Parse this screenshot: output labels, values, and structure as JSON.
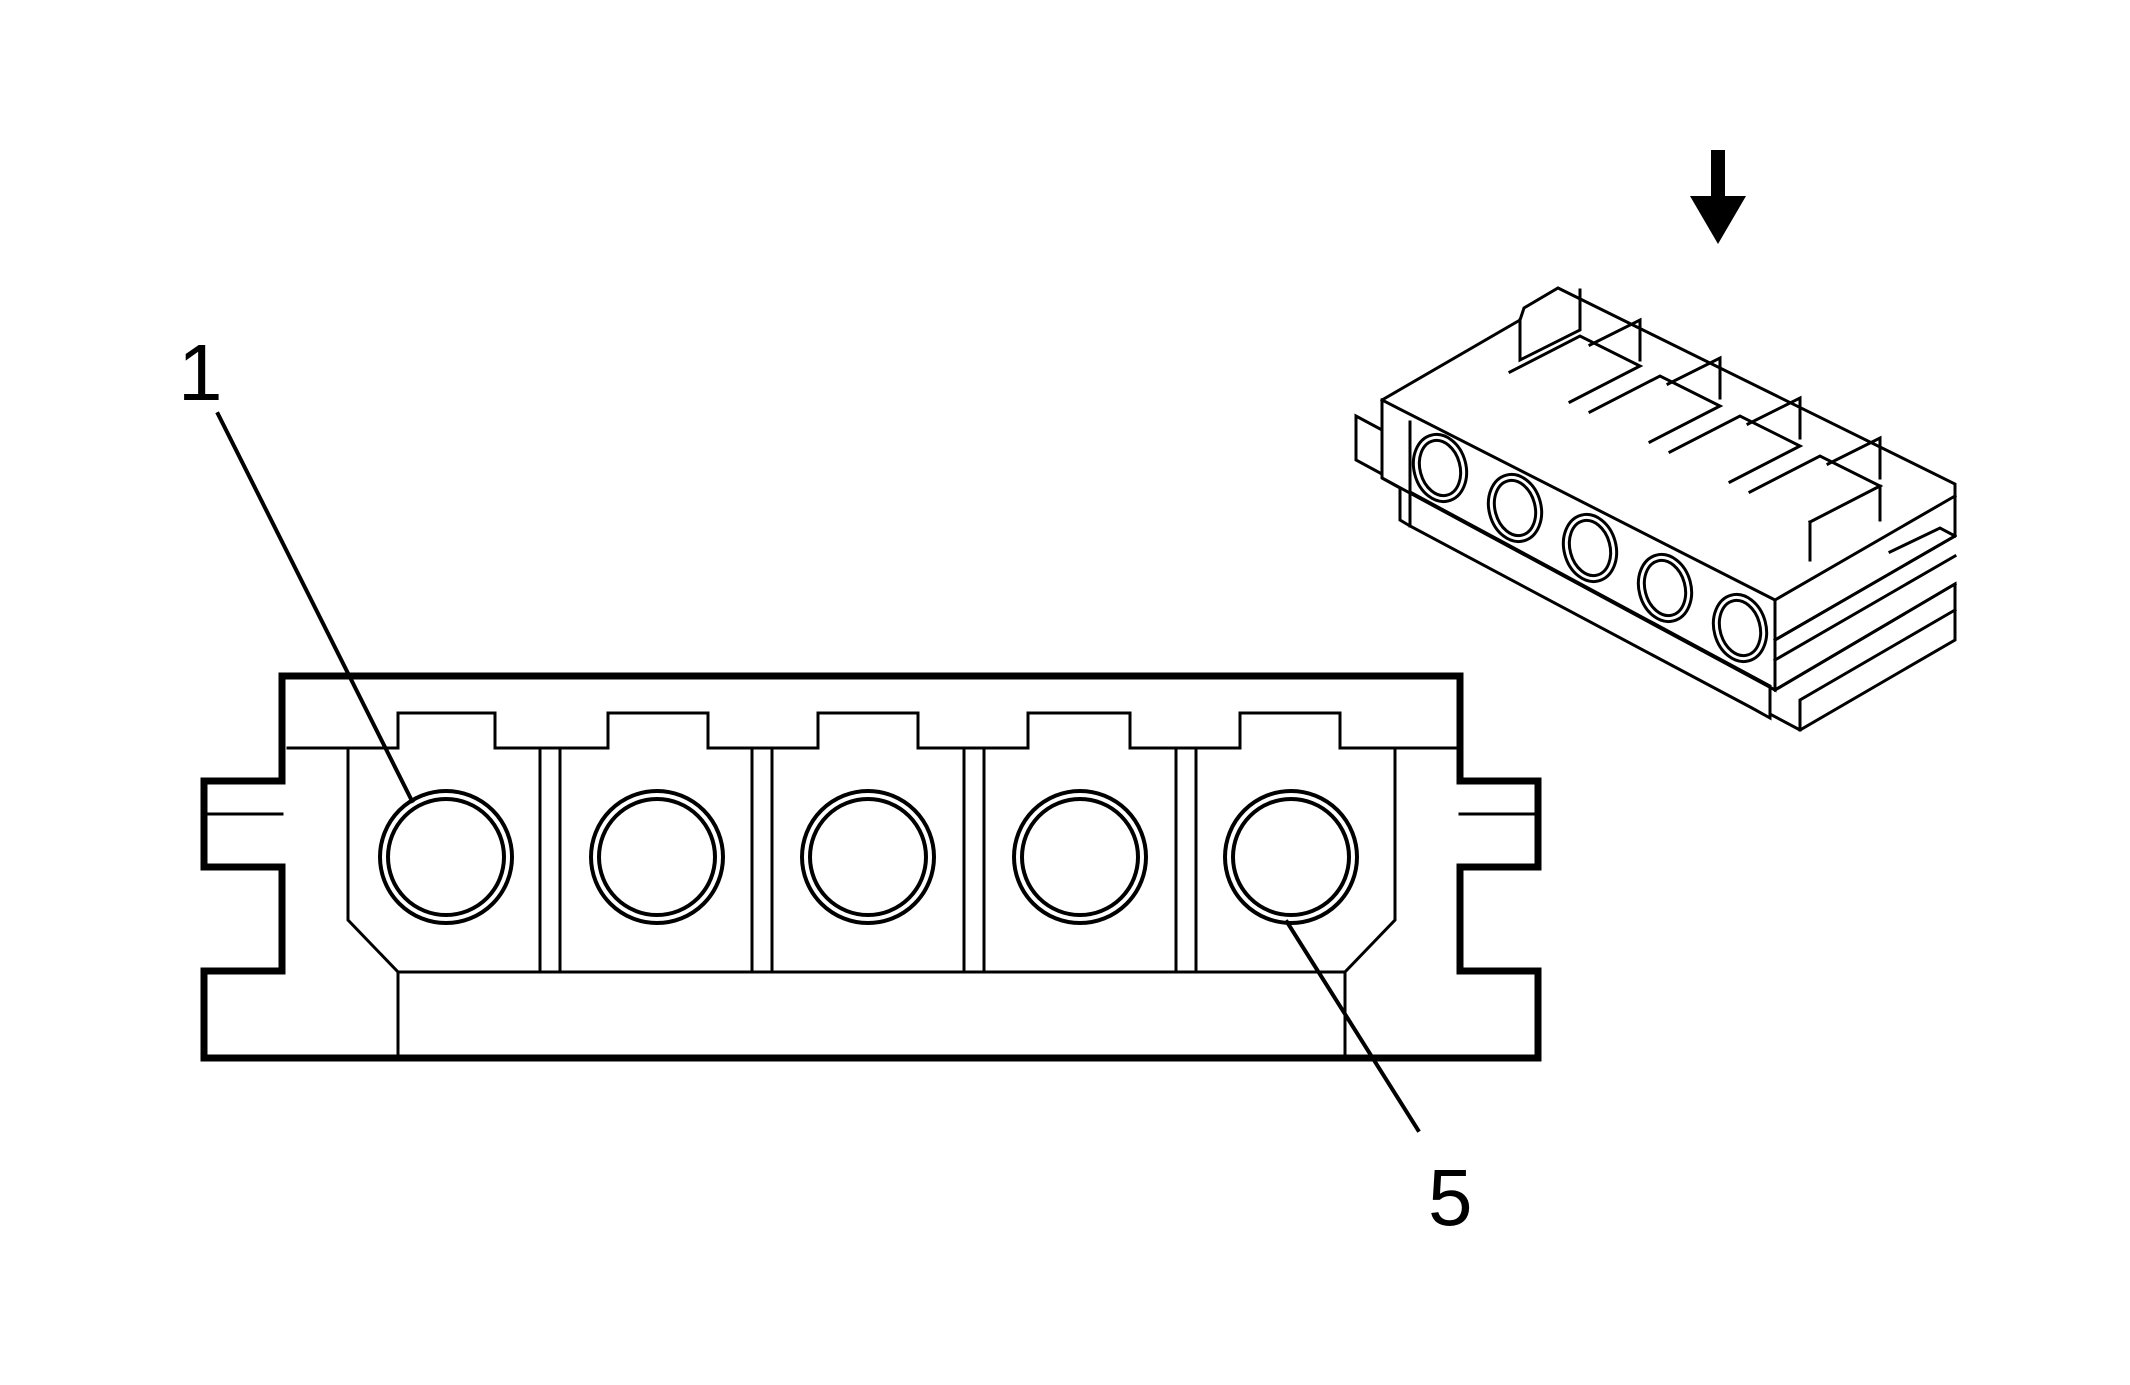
{
  "diagram": {
    "labels": {
      "first_pin": "1",
      "last_pin": "5"
    },
    "pin_count": 5,
    "view_arrow_icon": "down-arrow-icon",
    "colors": {
      "line": "#000000",
      "background": "#ffffff"
    }
  }
}
